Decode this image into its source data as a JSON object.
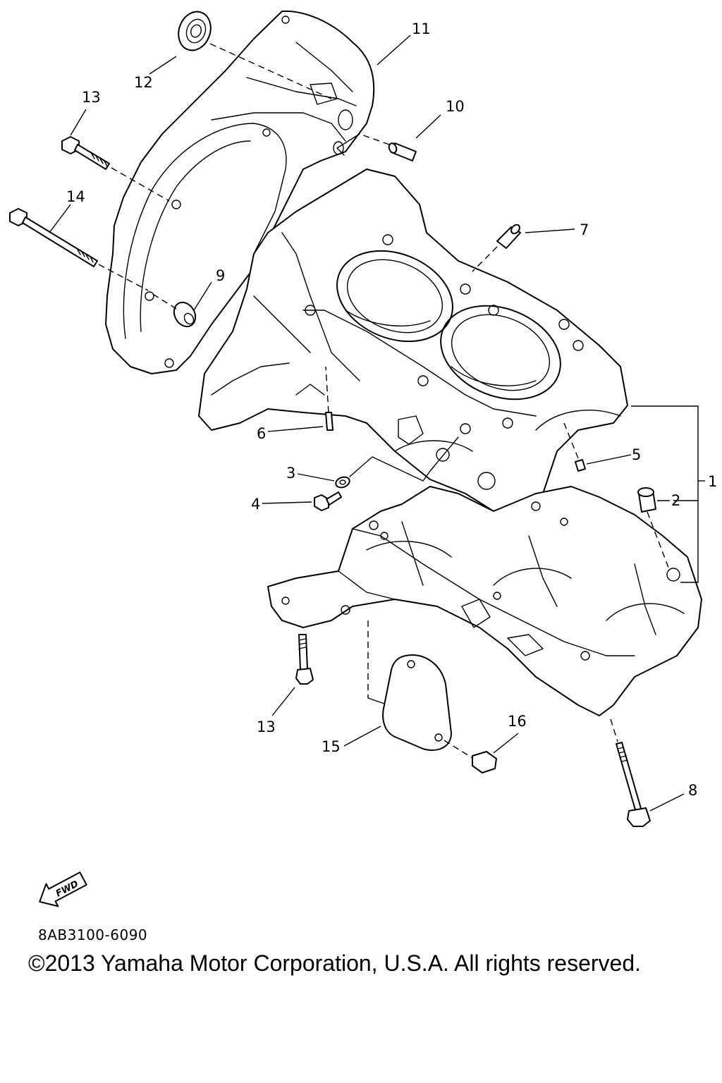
{
  "diagram": {
    "callouts": [
      "1",
      "2",
      "3",
      "4",
      "5",
      "6",
      "7",
      "8",
      "9",
      "10",
      "11",
      "12",
      "13",
      "13",
      "14",
      "15",
      "16"
    ],
    "fwd_label": "FWD"
  },
  "footer": {
    "code": "8AB3100-6090",
    "copyright": "©2013 Yamaha Motor Corporation, U.S.A. All rights reserved."
  }
}
